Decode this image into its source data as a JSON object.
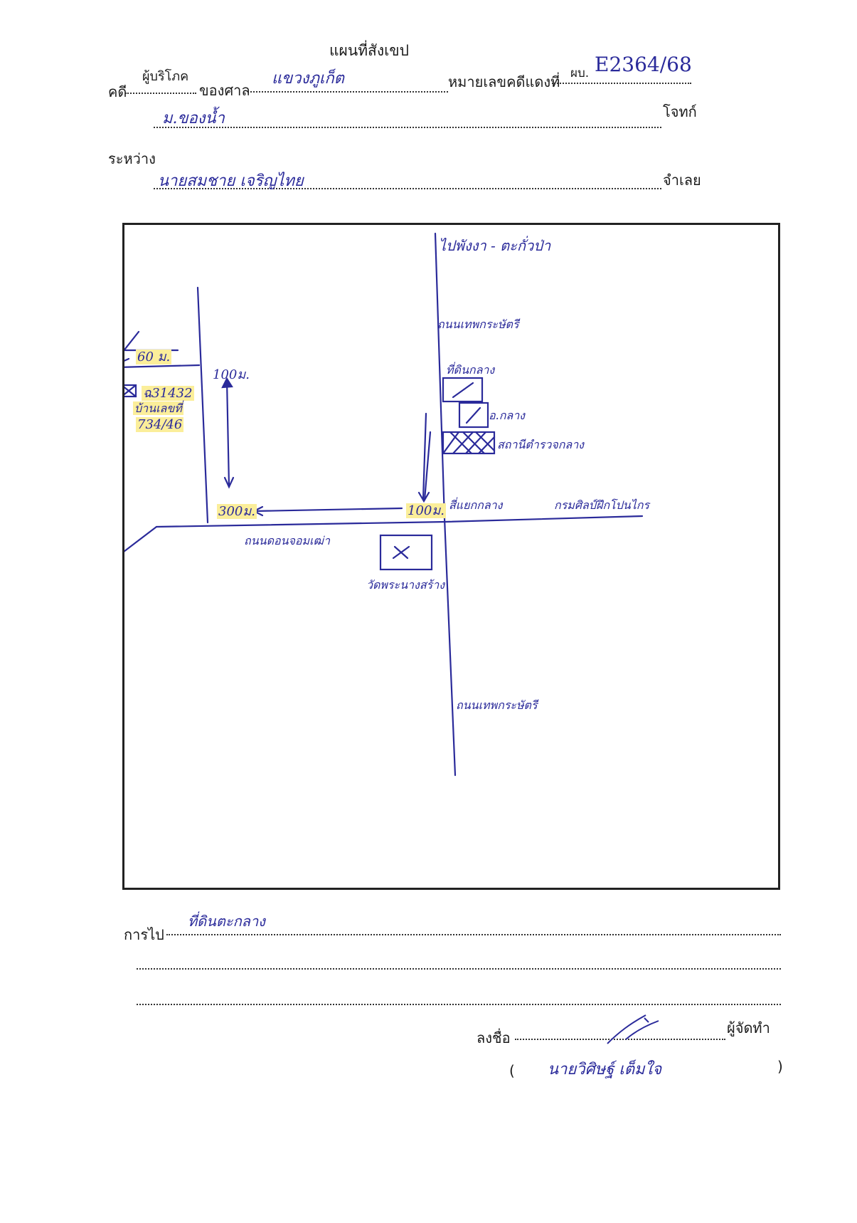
{
  "header": {
    "title": "แผนที่สังเขป"
  },
  "case": {
    "case_label": "คดี",
    "case_type": "ผู้บริโภค",
    "court_label": "ของศาล",
    "court_name": "แขวงภูเก็ต",
    "red_number_label": "หมายเลขคดีแดงที่",
    "red_number_prefix": "ผบ.",
    "red_number_value": "E2364/68"
  },
  "parties": {
    "plaintiff_name": "ม.ของน้ำ",
    "plaintiff_label": "โจทก์",
    "between_label": "ระหว่าง",
    "defendant_name": "นายสมชาย เจริญไทย",
    "defendant_label": "จำเลย"
  },
  "map": {
    "road_top_label": "ไปพังงา - ตะกั่วป่า",
    "road_north_label": "ถนนเทพกระษัตรี",
    "road_south_label": "ถนนเทพกระษัตรี",
    "road_main_label": "ถนนดอนจอมเฒ่า",
    "intersection_label": "สี่แยกกลาง",
    "right_road_label": "กรมศิลป์ฝึกโปนไกร",
    "distance_60": "60 ม.",
    "distance_100_top": "100ม.",
    "distance_300": "300ม.",
    "distance_100_bottom": "100ม.",
    "plot_no": "ฉ31432",
    "house_label": "บ้านเลขที่",
    "house_no": "734/46",
    "landmark_1": "ที่ดินกลาง",
    "landmark_2": "อ.กลาง",
    "landmark_3": "สถานีตำรวจกลาง",
    "landmark_temple": "วัดพระนางสร้าง"
  },
  "directions": {
    "label": "การไป",
    "text": "ที่ดินตะกลาง"
  },
  "signature": {
    "sign_label": "ลงชื่อ",
    "maker_label": "ผู้จัดทำ",
    "paren_open": "(",
    "name": "นายวิศิษฐ์ เต็มใจ",
    "paren_close": ")"
  },
  "colors": {
    "ink": "#2a2a9a",
    "highlight": "#fbee9a",
    "print": "#1b1b1b"
  }
}
